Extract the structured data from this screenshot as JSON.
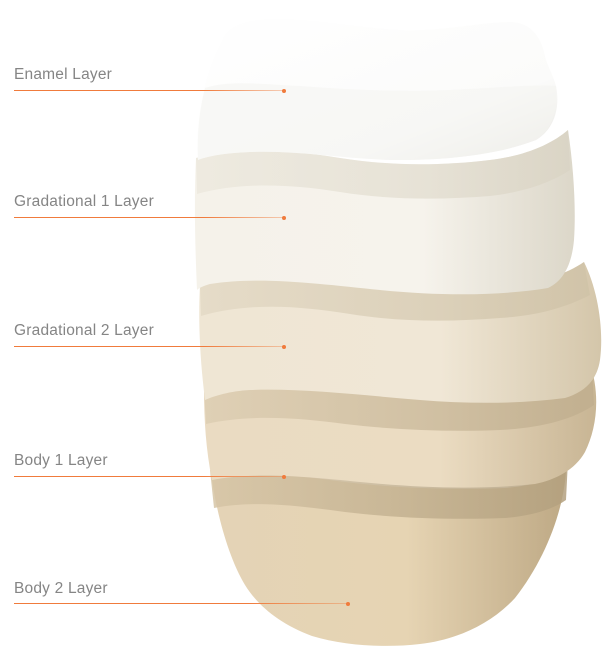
{
  "colors": {
    "accent": "#f07b3c",
    "label_text": "#858585"
  },
  "layers": [
    {
      "label": "Enamel Layer"
    },
    {
      "label": "Gradational 1 Layer"
    },
    {
      "label": "Gradational 2 Layer"
    },
    {
      "label": "Body 1 Layer"
    },
    {
      "label": "Body 2 Layer"
    }
  ]
}
